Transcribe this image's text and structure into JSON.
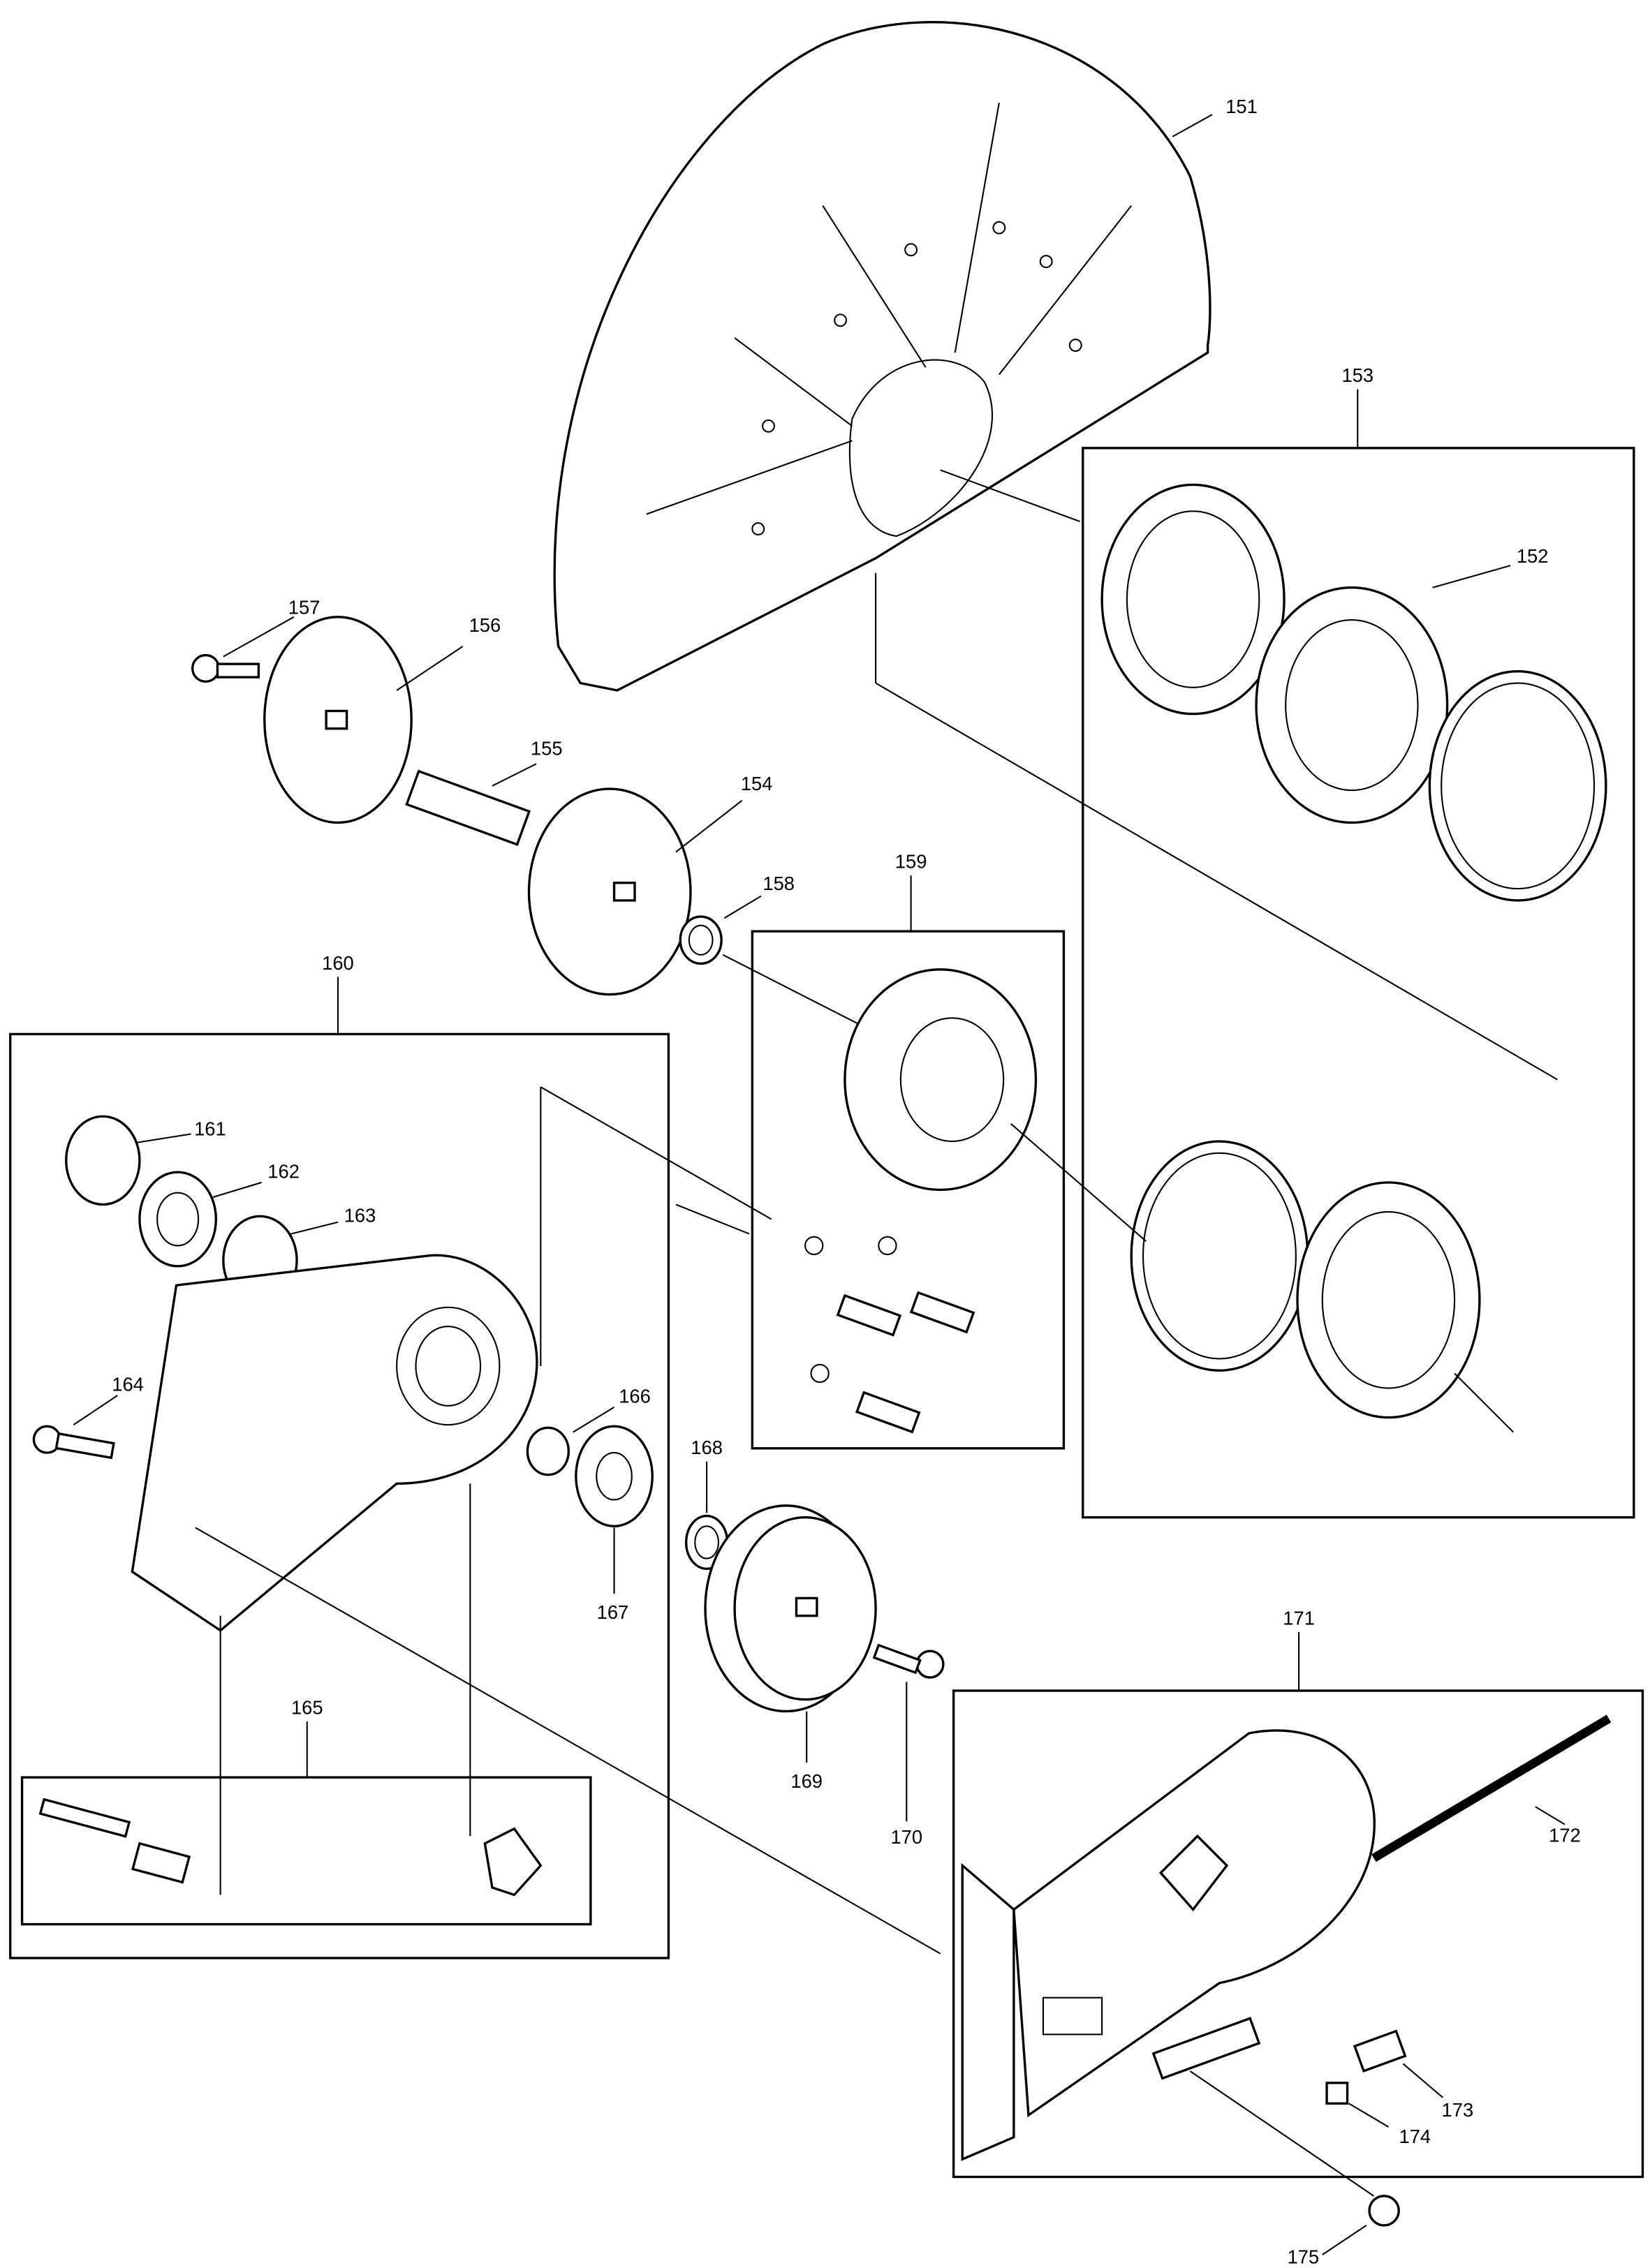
{
  "diagram": {
    "type": "exploded-parts-diagram",
    "labels": {
      "p151": "151",
      "p152": "152",
      "p153": "153",
      "p154": "154",
      "p155": "155",
      "p156": "156",
      "p157": "157",
      "p158": "158",
      "p159": "159",
      "p160": "160",
      "p161": "161",
      "p162": "162",
      "p163": "163",
      "p164": "164",
      "p165": "165",
      "p166": "166",
      "p167": "167",
      "p168": "168",
      "p169": "169",
      "p170": "170",
      "p171": "171",
      "p172": "172",
      "p173": "173",
      "p174": "174",
      "p175": "175"
    },
    "groups": {
      "p153": [
        "p152"
      ],
      "p159": [],
      "p160": [
        "p161",
        "p162",
        "p163",
        "p164",
        "p165",
        "p166",
        "p167"
      ],
      "p171": [
        "p172",
        "p173",
        "p174"
      ]
    }
  }
}
